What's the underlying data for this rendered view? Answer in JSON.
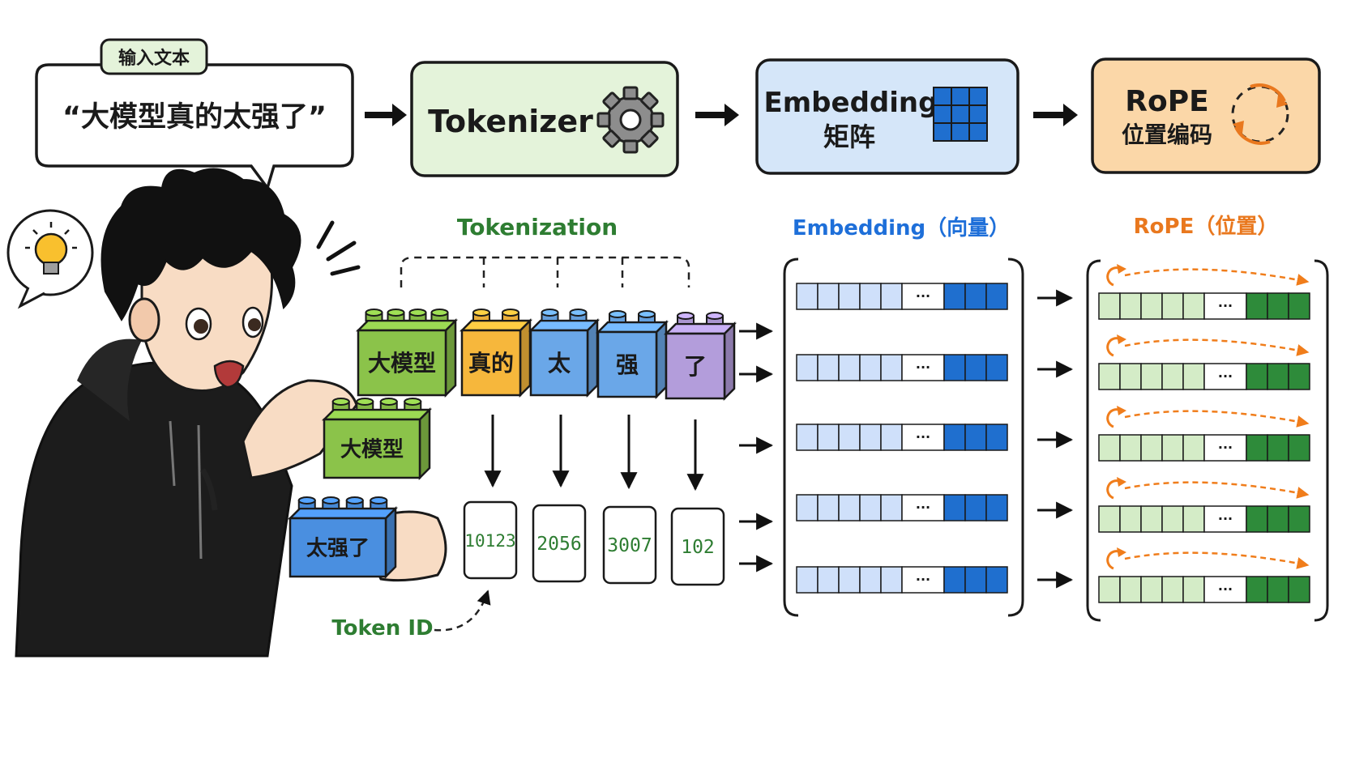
{
  "input": {
    "tag": "输入文本",
    "text": "“大模型真的太强了”"
  },
  "pipeline": {
    "tokenizer": {
      "label": "Tokenizer"
    },
    "embedding": {
      "title": "Embedding",
      "subtitle": "矩阵"
    },
    "rope": {
      "title": "RoPE",
      "subtitle": "位置编码"
    }
  },
  "sections": {
    "tokenization": "Tokenization",
    "embedding": "Embedding（向量）",
    "rope": "RoPE（位置）"
  },
  "tokens": [
    {
      "text": "大模型",
      "color": "#8bc34a"
    },
    {
      "text": "真的",
      "color": "#f6b73c"
    },
    {
      "text": "太",
      "color": "#6aa7e8"
    },
    {
      "text": "强",
      "color": "#6aa7e8"
    },
    {
      "text": "了",
      "color": "#b39ddb"
    }
  ],
  "held_bricks": [
    {
      "text": "大模型",
      "color": "#8bc34a"
    },
    {
      "text": "太强了",
      "color": "#4a8fe0"
    }
  ],
  "token_ids": [
    "10123",
    "2056",
    "3007",
    "102"
  ],
  "token_id_label": "Token ID",
  "vector_ellipsis": "···",
  "colors": {
    "tokenizer_bg": "#e4f3da",
    "embedding_bg": "#d5e6f9",
    "rope_bg": "#fbd7a8",
    "emb_light": "#cfe0fa",
    "emb_dark": "#1f6fcf",
    "rope_light": "#d4ecc7",
    "rope_dark": "#2e8b3a",
    "arc_orange": "#f07d1b"
  }
}
